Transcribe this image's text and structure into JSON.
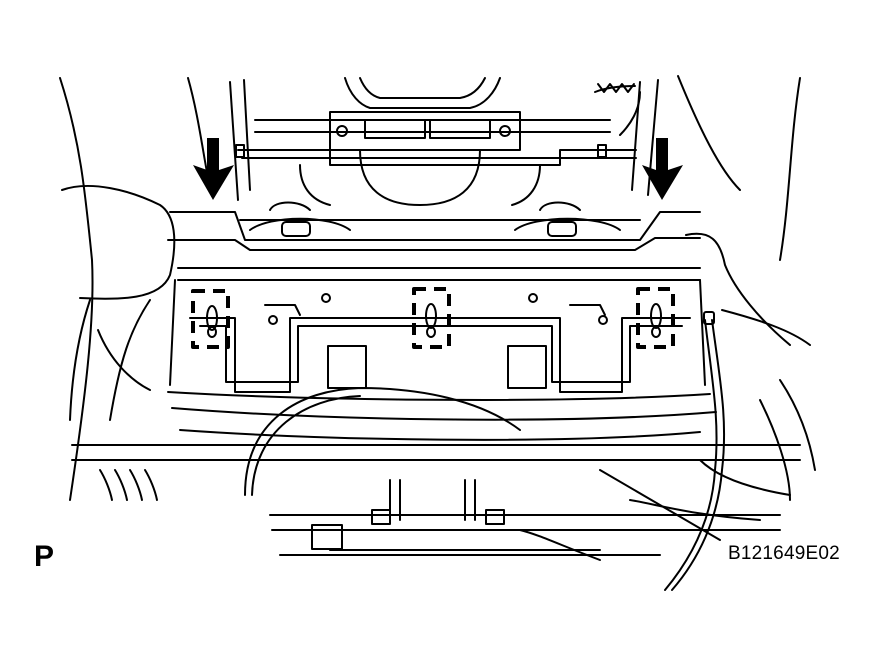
{
  "figure": {
    "view_label": "P",
    "figure_code": "B121649E02"
  },
  "callouts": {
    "arrow_count": 2,
    "highlighted_clip_count": 3
  }
}
